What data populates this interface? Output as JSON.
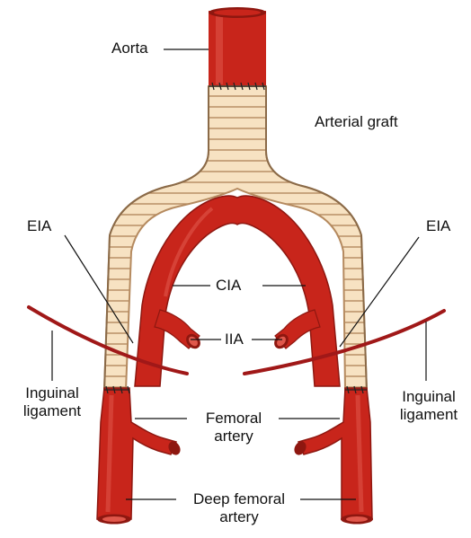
{
  "labels": {
    "aorta": "Aorta",
    "graft": "Arterial graft",
    "eia_left": "EIA",
    "eia_right": "EIA",
    "cia": "CIA",
    "iia": "IIA",
    "inguinal_left_1": "Inguinal",
    "inguinal_left_2": "ligament",
    "inguinal_right_1": "Inguinal",
    "inguinal_right_2": "ligament",
    "femoral_1": "Femoral",
    "femoral_2": "artery",
    "deep_femoral_1": "Deep femoral",
    "deep_femoral_2": "artery"
  },
  "colors": {
    "artery": "#c8251b",
    "artery_dark": "#8e1710",
    "artery_highlight": "#e0574b",
    "graft_fill": "#f7e2c2",
    "graft_rings": "#b58a5f",
    "ligament": "#a01818",
    "suture": "#222222",
    "leader_line": "#111111"
  }
}
